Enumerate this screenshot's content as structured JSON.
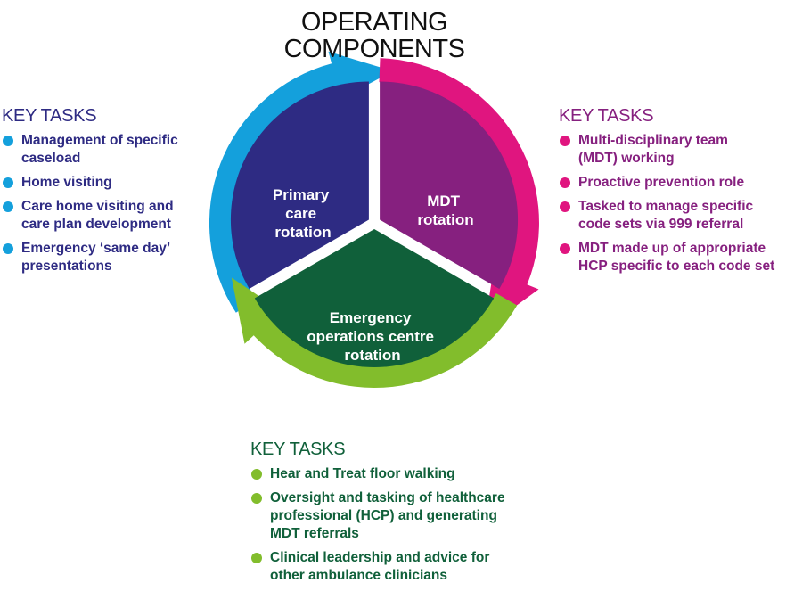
{
  "title": {
    "line1": "OPERATING",
    "line2": "COMPONENTS"
  },
  "colors": {
    "primary_segment": "#2e2b83",
    "mdt_segment": "#86207f",
    "eoc_segment": "#10603a",
    "blue_arrow": "#14a0dc",
    "pink_arrow": "#e0157f",
    "green_arrow": "#82bd2c",
    "blue_text": "#2e2b83",
    "pink_text": "#86207f",
    "green_text": "#10603a"
  },
  "segments": {
    "primary": [
      "Primary",
      "care",
      "rotation"
    ],
    "mdt": [
      "MDT",
      "rotation"
    ],
    "eoc": [
      "Emergency",
      "operations centre",
      "rotation"
    ]
  },
  "left": {
    "heading": "KEY TASKS",
    "items": [
      [
        "Management of specific",
        "caseload"
      ],
      [
        "Home visiting"
      ],
      [
        "Care home visiting and",
        "care plan development"
      ],
      [
        "Emergency ‘same day’",
        "presentations"
      ]
    ]
  },
  "right": {
    "heading": "KEY TASKS",
    "items": [
      [
        "Multi-disciplinary team",
        "(MDT) working"
      ],
      [
        "Proactive prevention role"
      ],
      [
        "Tasked to manage specific",
        "code sets via 999 referral"
      ],
      [
        "MDT made up of appropriate",
        "HCP specific to each code set"
      ]
    ]
  },
  "bottom": {
    "heading": "KEY TASKS",
    "items": [
      [
        "Hear and Treat floor walking"
      ],
      [
        "Oversight and tasking of healthcare",
        "professional (HCP) and generating",
        "MDT referrals"
      ],
      [
        "Clinical leadership and advice for",
        "other ambulance clinicians"
      ]
    ]
  }
}
